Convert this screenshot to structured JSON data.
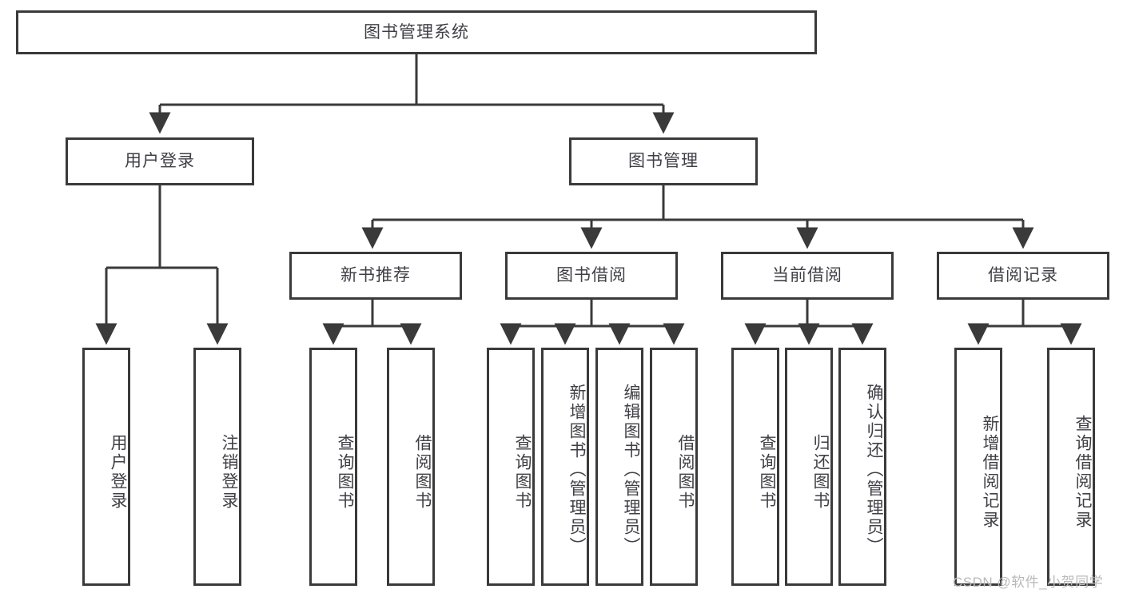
{
  "diagram": {
    "title": "图书管理系统",
    "root": {
      "label": "图书管理系统"
    },
    "level1": [
      {
        "label": "用户登录"
      },
      {
        "label": "图书管理"
      }
    ],
    "level2": [
      {
        "label": "新书推荐"
      },
      {
        "label": "图书借阅"
      },
      {
        "label": "当前借阅"
      },
      {
        "label": "借阅记录"
      }
    ],
    "leaves": {
      "user_login": [
        {
          "label": "用户登录"
        },
        {
          "label": "注销登录"
        }
      ],
      "new_book": [
        {
          "label": "查询图书"
        },
        {
          "label": "借阅图书"
        }
      ],
      "book_borrow": [
        {
          "label": "查询图书"
        },
        {
          "label": "新增图书（管理员）"
        },
        {
          "label": "编辑图书（管理员）"
        },
        {
          "label": "借阅图书"
        }
      ],
      "current_borrow": [
        {
          "label": "查询图书"
        },
        {
          "label": "归还图书"
        },
        {
          "label": "确认归还（管理员）"
        }
      ],
      "borrow_record": [
        {
          "label": "新增借阅记录"
        },
        {
          "label": "查询借阅记录"
        }
      ]
    }
  },
  "watermark": {
    "text": "CSDN @软件_小贺同学"
  },
  "colors": {
    "stroke": "#3a3a3a",
    "text": "#3f3f46",
    "background": "#ffffff",
    "watermark": "#b9b9b9"
  }
}
